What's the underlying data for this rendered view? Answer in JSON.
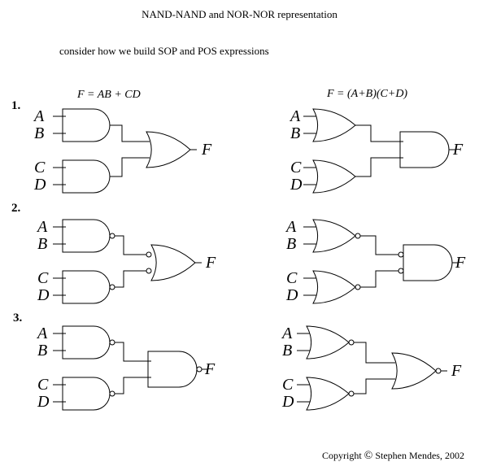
{
  "title": "NAND-NAND and NOR-NOR representation",
  "subtitle": "consider how we build SOP and POS expressions",
  "copyright": "Copyright",
  "copyright_symbol": "©",
  "copyright_owner": "Stephen Mendes, 2002",
  "formulas": {
    "sop": "F = AB + CD",
    "pos": "F = (A+B)(C+D)"
  },
  "row_labels": [
    "1.",
    "2.",
    "3."
  ],
  "inputs": [
    "A",
    "B",
    "C",
    "D"
  ],
  "output": "F"
}
